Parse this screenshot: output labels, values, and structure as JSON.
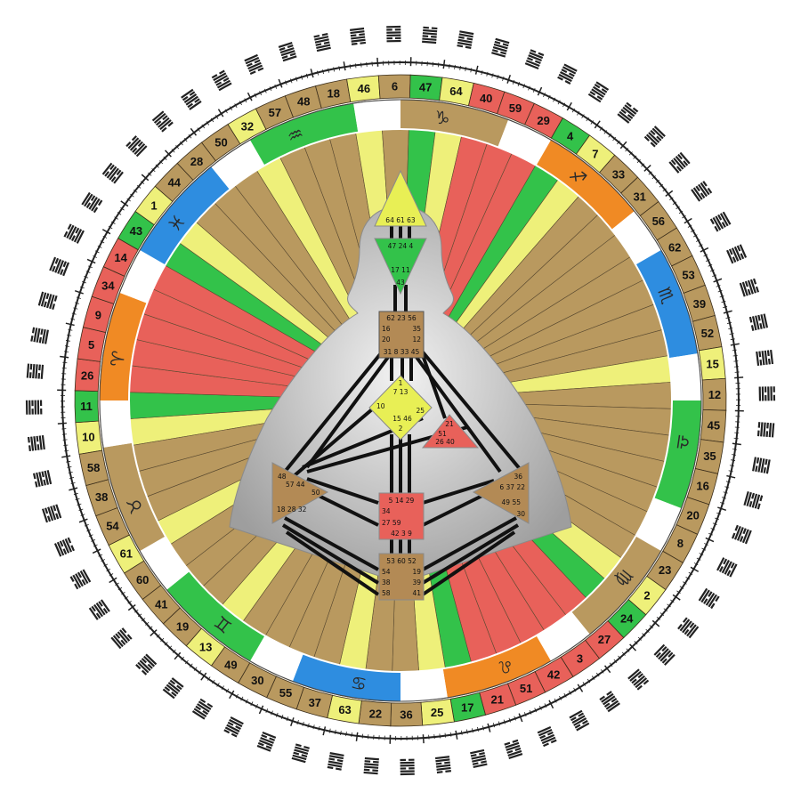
{
  "colors": {
    "red": "#e8615a",
    "orange": "#f08a24",
    "lime": "#c9e86a",
    "yellow": "#eef07a",
    "green": "#33c24a",
    "tan": "#b9995f",
    "blue": "#2e8de0",
    "white": "#ffffff"
  },
  "gates": [
    {
      "n": "10",
      "c": "yellow"
    },
    {
      "n": "11",
      "c": "green"
    },
    {
      "n": "26",
      "c": "red"
    },
    {
      "n": "5",
      "c": "red"
    },
    {
      "n": "9",
      "c": "red"
    },
    {
      "n": "34",
      "c": "red"
    },
    {
      "n": "14",
      "c": "red"
    },
    {
      "n": "43",
      "c": "green"
    },
    {
      "n": "1",
      "c": "yellow"
    },
    {
      "n": "44",
      "c": "tan"
    },
    {
      "n": "28",
      "c": "tan"
    },
    {
      "n": "50",
      "c": "tan"
    },
    {
      "n": "32",
      "c": "yellow"
    },
    {
      "n": "57",
      "c": "tan"
    },
    {
      "n": "48",
      "c": "tan"
    },
    {
      "n": "18",
      "c": "tan"
    },
    {
      "n": "46",
      "c": "yellow"
    },
    {
      "n": "6",
      "c": "tan"
    },
    {
      "n": "47",
      "c": "green"
    },
    {
      "n": "64",
      "c": "yellow"
    },
    {
      "n": "40",
      "c": "red"
    },
    {
      "n": "59",
      "c": "red"
    },
    {
      "n": "29",
      "c": "red"
    },
    {
      "n": "4",
      "c": "green"
    },
    {
      "n": "7",
      "c": "yellow"
    },
    {
      "n": "33",
      "c": "tan"
    },
    {
      "n": "31",
      "c": "tan"
    },
    {
      "n": "56",
      "c": "tan"
    },
    {
      "n": "62",
      "c": "tan"
    },
    {
      "n": "53",
      "c": "tan"
    },
    {
      "n": "39",
      "c": "tan"
    },
    {
      "n": "52",
      "c": "tan"
    },
    {
      "n": "15",
      "c": "yellow"
    },
    {
      "n": "12",
      "c": "tan"
    },
    {
      "n": "45",
      "c": "tan"
    },
    {
      "n": "35",
      "c": "tan"
    },
    {
      "n": "16",
      "c": "tan"
    },
    {
      "n": "20",
      "c": "tan"
    },
    {
      "n": "8",
      "c": "tan"
    },
    {
      "n": "23",
      "c": "tan"
    },
    {
      "n": "2",
      "c": "yellow"
    },
    {
      "n": "24",
      "c": "green"
    },
    {
      "n": "27",
      "c": "red"
    },
    {
      "n": "3",
      "c": "red"
    },
    {
      "n": "42",
      "c": "red"
    },
    {
      "n": "51",
      "c": "red"
    },
    {
      "n": "21",
      "c": "red"
    },
    {
      "n": "17",
      "c": "green"
    },
    {
      "n": "25",
      "c": "yellow"
    },
    {
      "n": "36",
      "c": "tan"
    },
    {
      "n": "22",
      "c": "tan"
    },
    {
      "n": "63",
      "c": "yellow"
    },
    {
      "n": "37",
      "c": "tan"
    },
    {
      "n": "55",
      "c": "tan"
    },
    {
      "n": "30",
      "c": "tan"
    },
    {
      "n": "49",
      "c": "tan"
    },
    {
      "n": "13",
      "c": "yellow"
    },
    {
      "n": "19",
      "c": "tan"
    },
    {
      "n": "41",
      "c": "tan"
    },
    {
      "n": "60",
      "c": "tan"
    },
    {
      "n": "61",
      "c": "yellow"
    },
    {
      "n": "54",
      "c": "tan"
    },
    {
      "n": "38",
      "c": "tan"
    },
    {
      "n": "58",
      "c": "tan"
    }
  ],
  "zodiac": [
    {
      "glyph": "♐",
      "c": "orange"
    },
    {
      "glyph": "♏",
      "c": "blue"
    },
    {
      "glyph": "♎",
      "c": "green"
    },
    {
      "glyph": "♍",
      "c": "tan"
    },
    {
      "glyph": "♌",
      "c": "orange"
    },
    {
      "glyph": "♋",
      "c": "blue"
    },
    {
      "glyph": "♊",
      "c": "green"
    },
    {
      "glyph": "♉",
      "c": "tan"
    },
    {
      "glyph": "♈",
      "c": "orange"
    },
    {
      "glyph": "♓",
      "c": "blue"
    },
    {
      "glyph": "♒",
      "c": "green"
    },
    {
      "glyph": "♑",
      "c": "tan"
    }
  ],
  "centers": {
    "head": "64 61 63",
    "ajna_top": "47 24 4",
    "ajna_bottom": "17 11",
    "ajna_point": "43",
    "throat_row1": "62 23 56",
    "throat_row2_left": "16",
    "throat_row2_right": "35",
    "throat_row3_left": "20",
    "throat_row3_right": "12",
    "throat_row4": "31 8 33 45",
    "g_top": "1",
    "g_row2": "7  13",
    "g_left": "10",
    "g_right": "25",
    "g_row4": "15  46",
    "g_bottom": "2",
    "ego_top": "21",
    "ego_mid": "51",
    "ego_bottom": "26   40",
    "spleen_row1": "48",
    "spleen_row2": "57   44",
    "spleen_row3": "50",
    "spleen_row4": "18  28  32",
    "sacral_row1": "5  14  29",
    "sacral_row2": "34",
    "sacral_row3": "27  59",
    "sacral_row4": "42  3  9",
    "solar_row1": "36",
    "solar_row2": "6  37  22",
    "solar_row3": "49  55",
    "solar_row4": "30",
    "root_row1": "53 60 52",
    "root_row2_left": "54",
    "root_row2_right": "19",
    "root_row3_left": "38",
    "root_row3_right": "39",
    "root_row4_left": "58",
    "root_row4_right": "41"
  }
}
